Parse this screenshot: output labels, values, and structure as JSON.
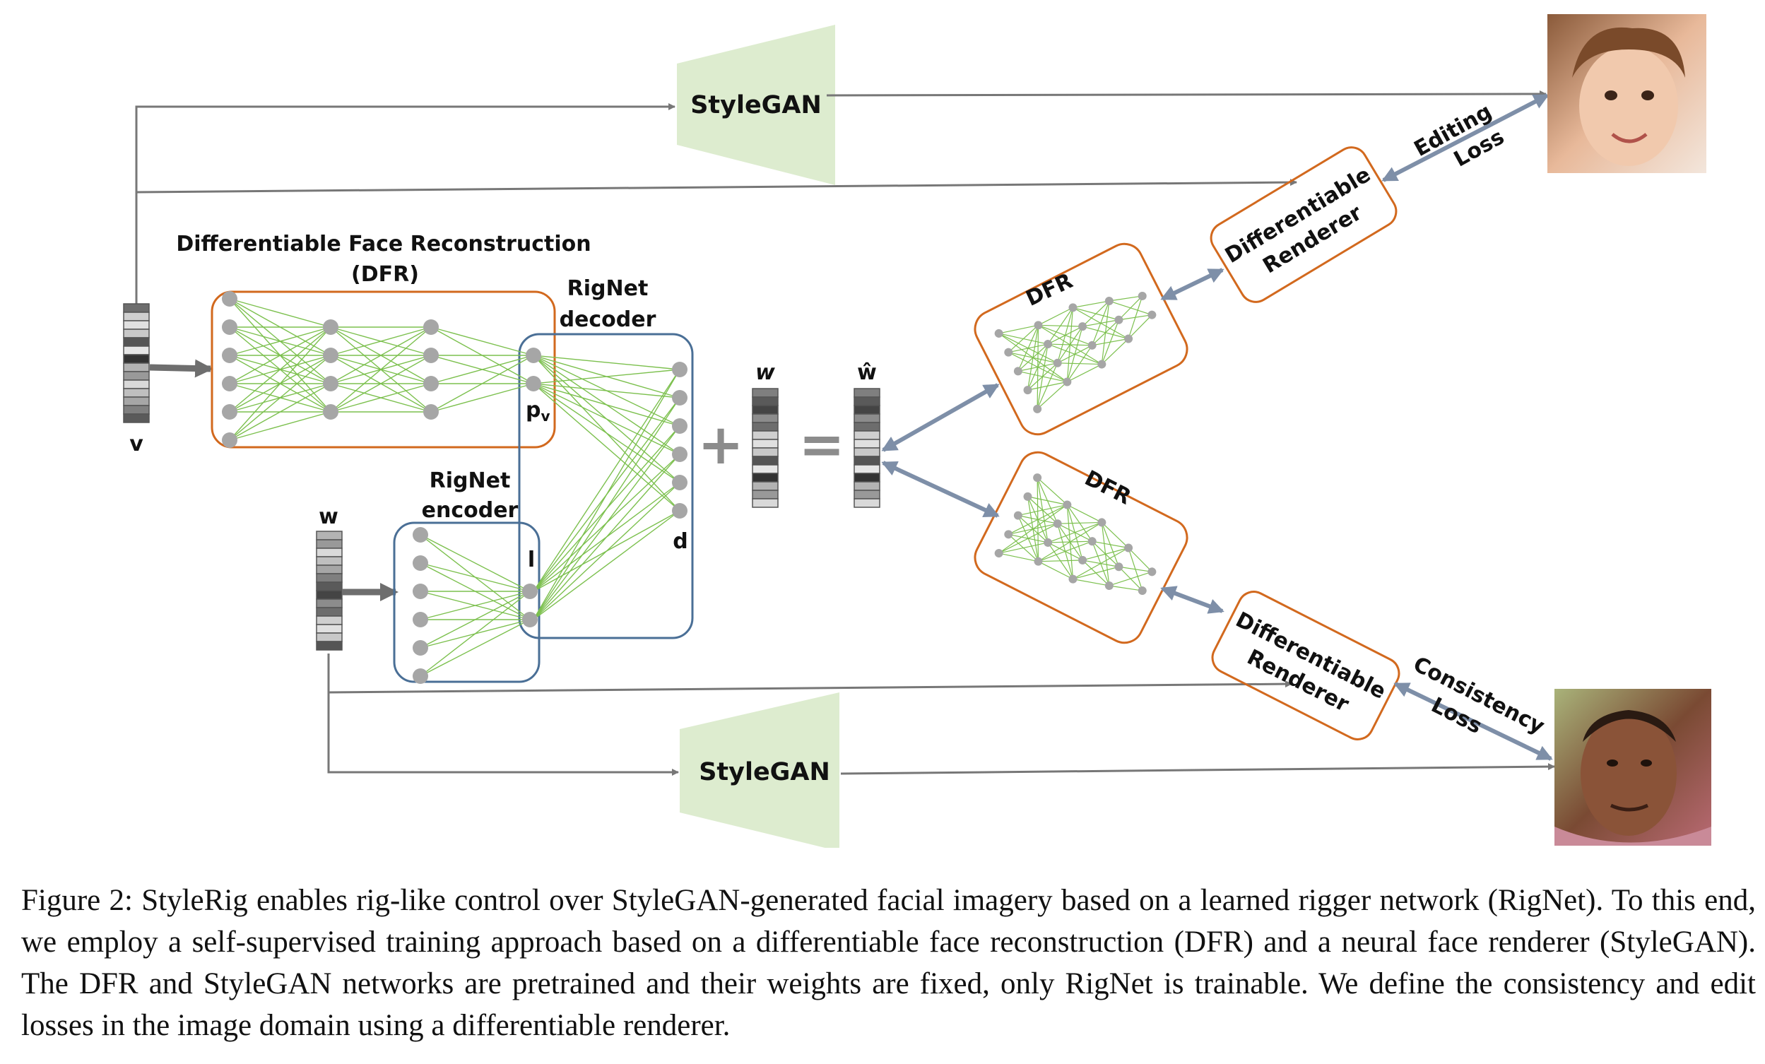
{
  "figure": {
    "styleGAN_top": "StyleGAN",
    "styleGAN_bottom": "StyleGAN",
    "dfr_title_line1": "Differentiable Face Reconstruction",
    "dfr_title_line2": "(DFR)",
    "rignet_decoder_line1": "RigNet",
    "rignet_decoder_line2": "decoder",
    "rignet_encoder_line1": "RigNet",
    "rignet_encoder_line2": "encoder",
    "v_label": "v",
    "w_label_left": "w",
    "w_label_mid": "w",
    "w_hat_label": "ŵ",
    "pv_label": "p",
    "pv_sub": "v",
    "l_label": "l",
    "d_label": "d",
    "plus": "+",
    "equals": "=",
    "dfr_upper": "DFR",
    "dfr_lower": "DFR",
    "renderer_upper_line1": "Differentiable",
    "renderer_upper_line2": "Renderer",
    "renderer_lower_line1": "Differentiable",
    "renderer_lower_line2": "Renderer",
    "editing_loss_line1": "Editing",
    "editing_loss_line2": "Loss",
    "consistency_loss_line1": "Consistency",
    "consistency_loss_line2": "Loss"
  },
  "colors": {
    "orange_box": "#d2691e",
    "blue_box": "#4a6f96",
    "green_edges": "#7cc04e",
    "node_gray": "#a6a6a6",
    "stylegan_fill": "#ddeccf",
    "arrow_blue": "#7e8fa8"
  },
  "caption": "Figure 2: StyleRig enables rig-like control over StyleGAN-generated facial imagery based on a learned rigger network (RigNet). To this end, we employ a self-supervised training approach based on a differentiable face reconstruction (DFR) and a neural face renderer (StyleGAN). The DFR and StyleGAN networks are pretrained and their weights are fixed, only RigNet is trainable. We define the consistency and edit losses in the image domain using a differentiable renderer."
}
